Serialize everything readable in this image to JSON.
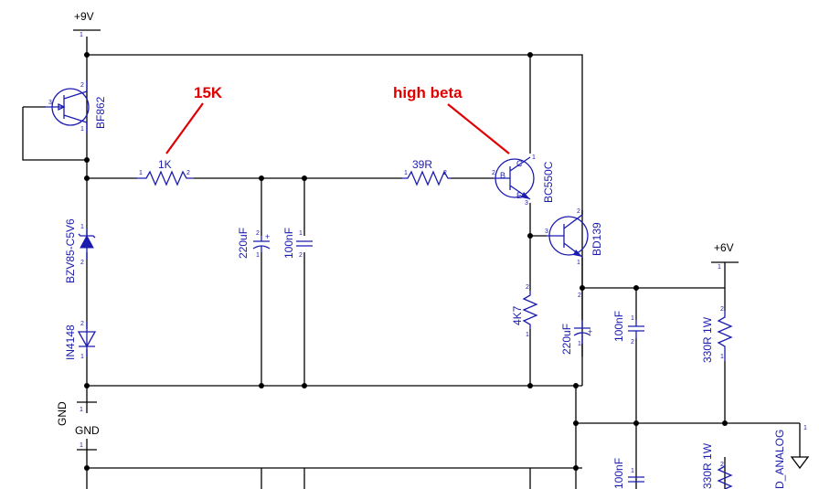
{
  "rails": {
    "v9": "+9V",
    "v6": "+6V",
    "gnd_net": "GND",
    "gnd_part": "GND",
    "gnd_analog": "D_ANALOG"
  },
  "annotations": {
    "resistor_value": "15K",
    "transistor_note": "high beta"
  },
  "components": {
    "q_jfet": "BF862",
    "r_1k": "1K",
    "r_39r": "39R",
    "q_bc": "BC550C",
    "q_bd": "BD139",
    "zener": "BZV85-C5V6",
    "diode": "IN4148",
    "c_220u_a": "220uF",
    "c_100n_a": "100nF",
    "r_4k7": "4K7",
    "c_220u_b": "220uF",
    "c_100n_b": "100nF",
    "r_330r": "330R 1W",
    "c_100n_c": "100nF",
    "r_330r_b": "330R 1W"
  },
  "pins": {
    "p1": "1",
    "p2": "2",
    "p3": "3",
    "b": "B",
    "c": "C",
    "e": "E",
    "plus": "+"
  },
  "colors": {
    "component": "#1b1bb0",
    "wire": "#000000",
    "annotation": "#e00000"
  }
}
